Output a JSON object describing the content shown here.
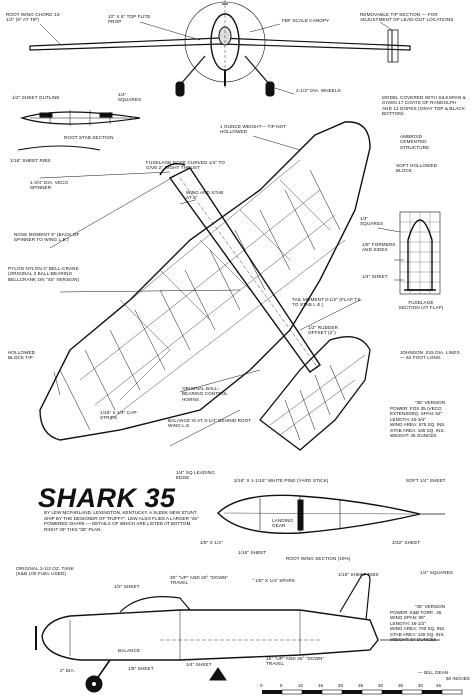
{
  "labels": {
    "root_wing_chord": "ROOT WING CHORD 13-1/2\" (9\" AT TIP)",
    "prop": "10\" x 6\" TOP FLITE PROP",
    "canopy": "FBF SCALE CANOPY",
    "tip_section": "REMOVABLE TIP SECTION — FOR ADJUSTMENT OF LEAD-OUT LOCATIONS",
    "sheet_outline": "1/2\" SHEET OUTLINE",
    "squares_1_4_top": "1/4\" SQUARES",
    "wheels": "2-1/2\" DIA. WHEELS",
    "root_stab_section": "ROOT STAB SECTION",
    "sheet_ribs_1_16": "1/16\" SHEET RIBS",
    "one_ounce_weight": "1 OUNCE WEIGHT— TIP NOT HOLLOWED",
    "model_covered": "MODEL COVERED WITH SILKSPAN & GIVEN 17 COATS OF RANDOLPH AND 12 DOPES (GRAY TOP & BLACK BOTTOM)",
    "ambroid": "AMBROID CEMENTED STRUCTURE",
    "fuselage_nose": "FUSELAGE NOSE CURVED 1/4\" TO GIVE 2° RIGHT THRUST",
    "spinner": "1-3/4\" DIA. VECO SPINNER",
    "wing_stab": "WING AND STAB AT 0°",
    "soft_block": "SOFT HOLLOWED BLOCK",
    "squares_1_4_mid": "1/4\" SQUARES",
    "nose_moment": "NOSE MOMENT 9\" (BACK OF SPINNER TO WING L.E.)",
    "formers": "1/8\" FORMERS AND SIDES",
    "sheet_1_4": "1/4\" SHEET",
    "pylon": "PYLON NYLON 3\" BELL-CRANK (ORIGINAL 2 BALL-BEARING BELLCRANK ON \"45\" VERSION)",
    "fuselage_section": "FUSELAGE SECTION (AT FLAP)",
    "tail_moment": "TAIL MOMENT 8-1/2\" (FLAP T.E. TO STAB L.E.)",
    "rudder": "1/2\" RUDDER OFFSET (2°)",
    "hollowed_block": "HOLLOWED BLOCK TIP",
    "johnson": "JOHNSON .015 DIA. LINES — 62 FOOT LONG",
    "horns": "ORIGINAL BALL-BEARING CONTROL HORNS",
    "cap_strips": "1/16\" x 1/4\" CAP-STRIPS",
    "balance": "BALANCE IS AT 3-1/4\" BEHIND ROOT WING L.E.",
    "leading_edge": "1/4\" SQ LEADING EDGE",
    "white_pine": "3/16\" x 1-1/16\" WHITE PINE (YARD STICK)",
    "soft_sheet": "SOFT 1/4\" SHEET",
    "landing_gear": "LANDING GEAR",
    "sheet_1_8_a": "1/8\" x 1/2\"",
    "sheet_1_16": "1/16\" SHEET",
    "sheet_3_32": "3/32\" SHEET",
    "root_wing_section": "ROOT WING SECTION (19%)",
    "tank": "ORIGINAL 3-1/2 OZ. TANK (K&B 100 FUEL USED)",
    "sheet_half": "1/2\" SHEET",
    "up_down_30": "30° \"UP\" AND 30° \"DOWN\" TRAVEL",
    "spars": "\" 1/8\" x 1/4\" SPARS",
    "sheet_ribs_bottom": "1/16\" SHEET RIBS",
    "squares_bottom": "1/4\" SQUARES",
    "dia_2": "2\" DIA.",
    "balance_bottom": "BALANCE",
    "sheet_1_8_b": "1/8\" SHEET",
    "sheet_1_4_bottom": "1/4\" SHEET",
    "up_down_35": "35° \"UP\" AND 35° \"DOWN\" TRAVEL",
    "credit": "— BILL DEAN"
  },
  "title": "SHARK 35",
  "blurb": "BY LEW McFARLAND, LEXINGTON, KENTUCKY. A SLEEK NEW STUNT SHIP BY THE DESIGNER OF \"RUFFY\". LEW ALSO FLIES A LARGER \"45\" POWERED SHARK — DETAILS OF WHICH ARE LISTED AT BOTTOM RIGHT OF THIS \"35\" PLAN",
  "specs_35": {
    "heading": "\"35\" VERSION",
    "lines": [
      "POWER: FOX 35 (VECO EXTENSION). SPAN: 52\"",
      "LENGTH: 40-3/4\"",
      "WING AREA: 575 SQ. INS.",
      "STAB AREA: 105 SQ. INS.",
      "WEIGHT: 45 OUNCES"
    ]
  },
  "specs_45": {
    "heading": "\"45\" VERSION",
    "lines": [
      "POWER: K&B TORP. .45",
      "WING SPAN: 59\"",
      "LENGTH: 46-1/2\"",
      "WING AREA: 700 SQ. INS.",
      "STAB AREA: 145 SQ. INS.",
      "WEIGHT: 57 OUNCES"
    ]
  },
  "scale": {
    "ticks": [
      "0",
      "5",
      "10",
      "15",
      "20",
      "25",
      "30",
      "35",
      "40",
      "45",
      "50 INCHES"
    ]
  }
}
